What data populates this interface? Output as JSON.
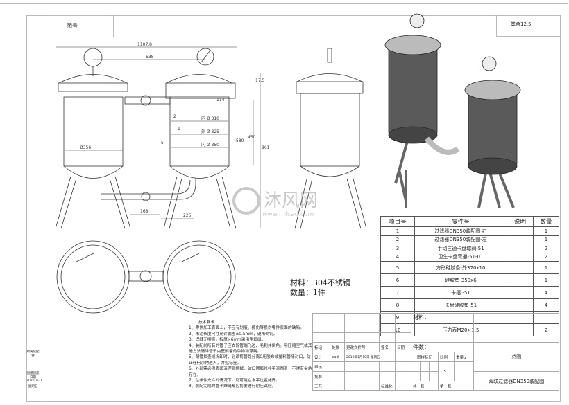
{
  "drawing_no_label": "图号",
  "roughness": "其余12.5",
  "dimensions": {
    "overall_width": "1107.8",
    "center_distance": "638",
    "d1": "114",
    "d2": "17.5",
    "body_dia": "Ø356",
    "inner_310": "内 Ø 310",
    "outer_325": "外 Ø 325",
    "inner_350": "内 Ø 350",
    "height_580": "580",
    "height_450": "450",
    "height_961": "961",
    "pipe_168": "168",
    "pipe_225": "225",
    "t2": "2",
    "t1": "1",
    "t5": "5"
  },
  "material_note": {
    "material": "材料：304不锈钢",
    "quantity": "数量：1件"
  },
  "tech_notes": {
    "title": "技术要求",
    "items": [
      "1、零件加工表面上，不应有划痕、擦伤等损伤零件表面的缺陷。",
      "2、未注长度尺寸允许偏差±0.5mm，锐角倒钝。",
      "3、焊缝无擦痕，板厚>6mm采用角焊缝。",
      "4、装配前所有的管子应去除管端飞边、毛刺并倒角。用压缩空气或其他方法清除管子内壁附着的杂物和浮锈。",
      "5、配管抽查或拆卸时，必须将管路分离C用胶布或塑料管堵封口，防止任何杂物进入，并贴标签。",
      "6、外部需必须表面清理后擦拭、破口圆弧修补平滑圆滑，不得有尖角存在。",
      "7、在条件允许的情况下，尽可能在水平位置施焊。",
      "8、装配完成的管子焊缝都应将要进行耐压试验。"
    ]
  },
  "bom": {
    "headers": [
      "项目号",
      "零件号",
      "说明",
      "数量"
    ],
    "rows": [
      {
        "no": "1",
        "part": "过滤器DN350装配图-右",
        "note": "",
        "qty": "1"
      },
      {
        "no": "2",
        "part": "过滤器DN350装配图-左",
        "note": "",
        "qty": "1"
      },
      {
        "no": "3",
        "part": "手动三通卡盘球阀-51",
        "note": "",
        "qty": "2"
      },
      {
        "no": "4",
        "part": "卫生卡盘弯通-51-01",
        "note": "",
        "qty": "2"
      },
      {
        "no": "5",
        "part": "方形硅胶条-外370x10",
        "note": "",
        "qty": "1"
      },
      {
        "no": "6",
        "part": "硅胶垫-350x6",
        "note": "",
        "qty": "1"
      },
      {
        "no": "7",
        "part": "卡箍 -51",
        "note": "",
        "qty": "4"
      },
      {
        "no": "8",
        "part": "卡盘硅胶垫-51",
        "note": "",
        "qty": "4"
      },
      {
        "no": "9",
        "part": "",
        "note": "",
        "qty": ""
      },
      {
        "no": "10",
        "part": "压力表M20×1.5",
        "note": "",
        "qty": "2"
      }
    ]
  },
  "title_block": {
    "mark": "标记",
    "count": "处数",
    "change_doc": "更改文件号",
    "sign": "签名",
    "date": "日期",
    "design": "设计",
    "designer": "cad",
    "design_date": "2019年1月10日 星期五",
    "review": "审核",
    "approve": "批准",
    "process": "工艺",
    "standard": "标准化",
    "material": "材料：",
    "pieces": "件数：",
    "stage_mark": "图样标记",
    "scale_label": "比例",
    "weight": "重量g",
    "scale": "1:5",
    "sheets_total": "共　张",
    "sheet_no": "第　张",
    "general": "总图",
    "drawing_title": "双联过滤器DN350装配图"
  },
  "side_block": {
    "label1": "所属装配件",
    "label2": "图纸创建日期",
    "date": "2020/7/31",
    "weekday": "星期五"
  },
  "watermark": {
    "name": "沐风网",
    "url": "www.mfcad.com"
  }
}
